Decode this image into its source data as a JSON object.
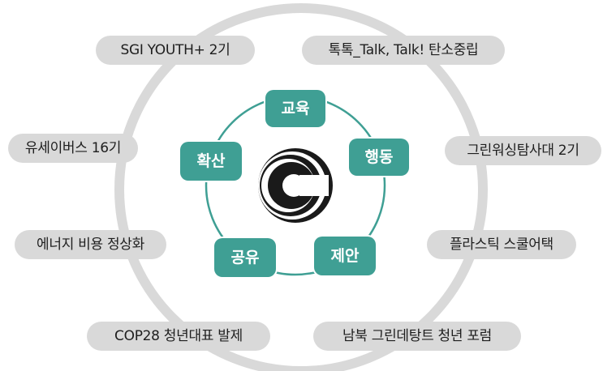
{
  "center_logo": {
    "icon": "c-logo-icon",
    "letter": "C"
  },
  "inner_ring": {
    "nodes": {
      "education": "교육",
      "action": "행동",
      "proposal": "제안",
      "sharing": "공유",
      "spread": "확산"
    }
  },
  "outer_ring": {
    "programs": {
      "sgi_youth": "SGI YOUTH+ 2기",
      "toktok": "톡톡_Talk, Talk! 탄소중립",
      "eco_buses": "유세이버스 16기",
      "green_walking": "그린워싱탐사대 2기",
      "energy_cost": "에너지 비용 정상화",
      "plastic": "플라스틱 스쿨어택",
      "cop28": "COP28 청년대표 발제",
      "forum": "남북 그린데탕트 청년 포럼"
    }
  },
  "colors": {
    "outer_ring": "#d9d9d9",
    "pill_background": "#d9d9d9",
    "pill_text": "#1e1e1e",
    "inner_ring": "#3f9f94",
    "node_background": "#3f9f94",
    "node_text": "#ffffff",
    "logo_dark": "#1a1a1a"
  }
}
